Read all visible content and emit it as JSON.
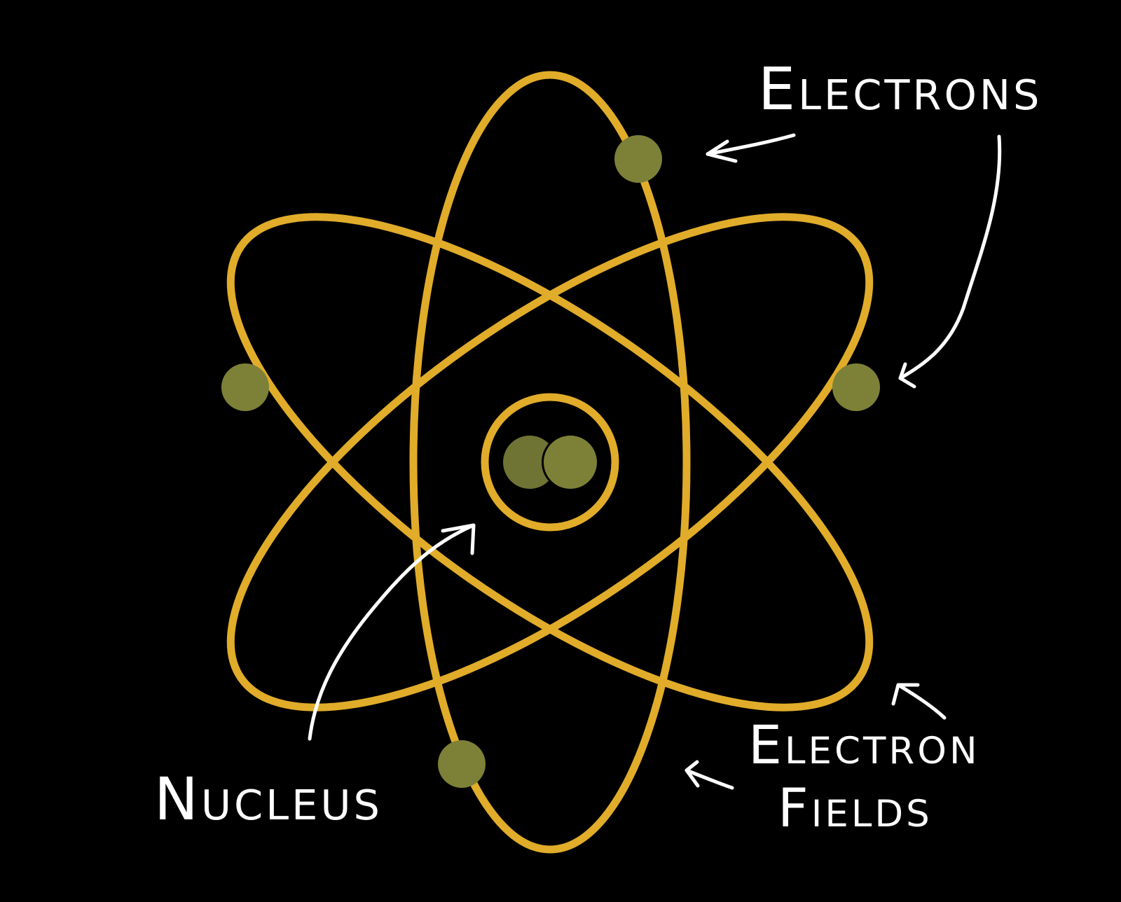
{
  "colors": {
    "background": "#000000",
    "orbit": "#e0ac2a",
    "electron": "#7d8137",
    "nucleus_back": "#6f7334",
    "nucleus_front": "#7d8137",
    "label": "#ffffff",
    "arrow": "#ffffff"
  },
  "labels": {
    "electrons": "Electrons",
    "nucleus": "Nucleus",
    "electron_fields_line1": "Electron",
    "electron_fields_line2": "Fields"
  },
  "diagram": {
    "orbits": [
      "vertical-orbit",
      "orbit-tilted-left",
      "orbit-tilted-right",
      "inner-orbit"
    ],
    "electrons": 4,
    "nucleus_particles": 2
  }
}
